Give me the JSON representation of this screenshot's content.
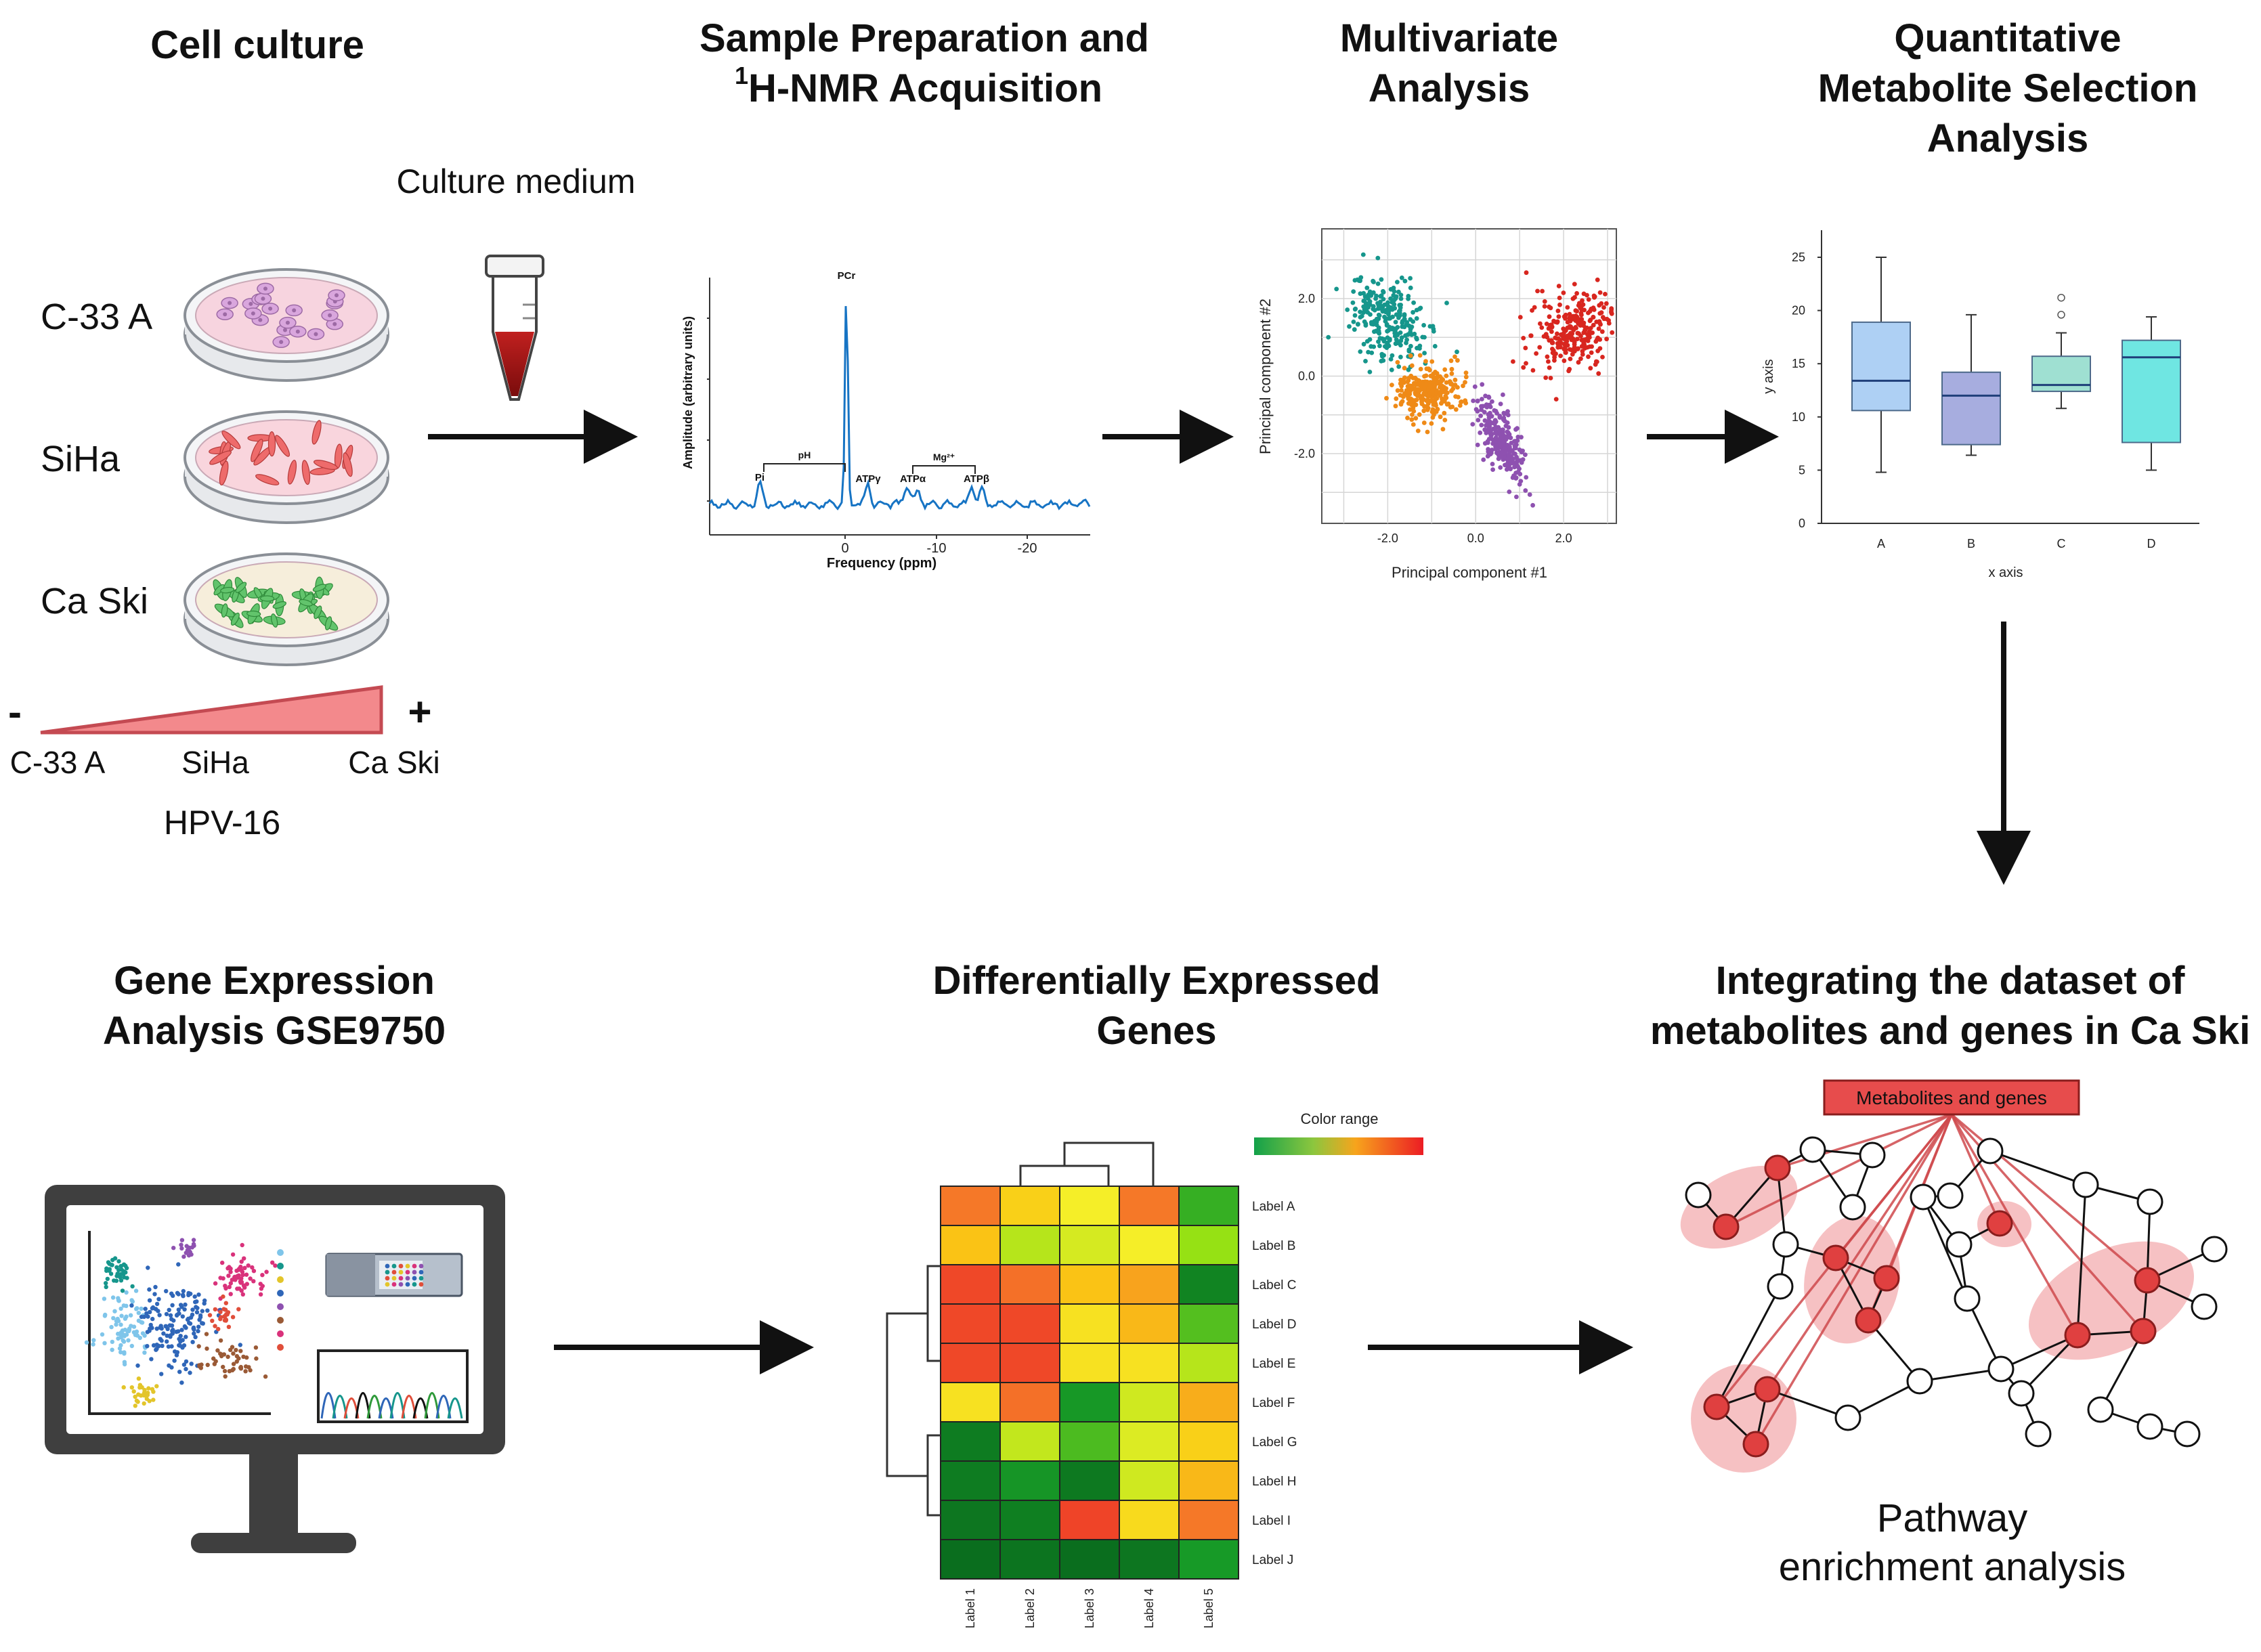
{
  "steps": {
    "cell_culture": {
      "title": "Cell culture"
    },
    "sample_prep": {
      "title_line1": "Sample Preparation and",
      "title_sup": "1",
      "title_line2": "H-NMR Acquisition"
    },
    "multivariate": {
      "title_line1": "Multivariate",
      "title_line2": "Analysis"
    },
    "quantitative": {
      "title_line1": "Quantitative",
      "title_line2": "Metabolite Selection",
      "title_line3": "Analysis"
    },
    "gene_expression": {
      "title_line1": "Gene Expression",
      "title_line2": "Analysis GSE9750"
    },
    "deg": {
      "title_line1": "Differentially Expressed",
      "title_line2": "Genes"
    },
    "integrating": {
      "title_line1": "Integrating the dataset of",
      "title_line2": "metabolites and genes in Ca Ski"
    }
  },
  "cell_culture": {
    "culture_medium": "Culture medium",
    "cell_lines": [
      "C-33 A",
      "SiHa",
      "Ca Ski"
    ],
    "gradient": {
      "minus": "-",
      "plus": "+",
      "labels": [
        "C-33 A",
        "SiHa",
        "Ca Ski"
      ],
      "caption": "HPV-16"
    }
  },
  "nmr": {
    "ylabel": "Amplitude (arbitrary units)",
    "xlabel": "Frequency (ppm)",
    "ticks": [
      "0",
      "-10",
      "-20"
    ],
    "peaks": {
      "pcr": "PCr",
      "pi": "Pi",
      "atp_g": "ATPγ",
      "atp_a": "ATPα",
      "atp_b": "ATPβ",
      "ph": "pH",
      "mg": "Mg²⁺"
    }
  },
  "chart_data": [
    {
      "type": "scatter",
      "xlabel": "Principal component #1",
      "ylabel": "Principal component #2",
      "xticks": [
        "-2.0",
        "0.0",
        "2.0"
      ],
      "yticks": [
        "2.0",
        "0.0",
        "-2.0"
      ],
      "xlim": [
        -3.5,
        3.2
      ],
      "ylim": [
        -3.8,
        3.8
      ],
      "series": [
        {
          "color": "#16968c",
          "center": [
            -2.0,
            1.4
          ]
        },
        {
          "color": "#ef8a17",
          "center": [
            -1.1,
            -0.4
          ]
        },
        {
          "color": "#d8261f",
          "center": [
            2.2,
            1.2
          ]
        },
        {
          "color": "#8e51b0",
          "center": [
            0.6,
            -1.7
          ]
        }
      ]
    },
    {
      "type": "box",
      "xlabel": "x axis",
      "ylabel": "y axis",
      "categories": [
        "A",
        "B",
        "C",
        "D"
      ],
      "yticks": [
        "0",
        "5",
        "10",
        "15",
        "20",
        "25"
      ],
      "ylim": [
        0,
        25
      ],
      "boxes": [
        {
          "min": 4.8,
          "q1": 10.6,
          "median": 13.4,
          "q3": 18.9,
          "max": 25.0,
          "outliers": [],
          "color": "#aed0f4"
        },
        {
          "min": 6.4,
          "q1": 7.4,
          "median": 12.0,
          "q3": 14.2,
          "max": 19.6,
          "outliers": [],
          "color": "#a7addf"
        },
        {
          "min": 10.8,
          "q1": 12.4,
          "median": 13.0,
          "q3": 15.7,
          "max": 17.9,
          "outliers": [
            19.6,
            21.2
          ],
          "color": "#9fe0d2"
        },
        {
          "min": 5.0,
          "q1": 7.6,
          "median": 15.6,
          "q3": 17.2,
          "max": 19.4,
          "outliers": [],
          "color": "#6fe6e2"
        }
      ]
    },
    {
      "type": "heatmap",
      "title": "Color range",
      "rows": [
        "Label A",
        "Label B",
        "Label C",
        "Label D",
        "Label E",
        "Label F",
        "Label G",
        "Label H",
        "Label I",
        "Label J"
      ],
      "cols": [
        "Label 1",
        "Label 2",
        "Label 3",
        "Label 4",
        "Label 5"
      ],
      "values": [
        [
          0.8,
          0.62,
          0.5,
          0.8,
          0.22
        ],
        [
          0.66,
          0.4,
          0.45,
          0.5,
          0.35
        ],
        [
          0.92,
          0.82,
          0.66,
          0.72,
          0.08
        ],
        [
          0.92,
          0.92,
          0.55,
          0.68,
          0.26
        ],
        [
          0.92,
          0.92,
          0.55,
          0.55,
          0.4
        ],
        [
          0.55,
          0.82,
          0.15,
          0.44,
          0.7
        ],
        [
          0.05,
          0.42,
          0.25,
          0.46,
          0.62
        ],
        [
          0.05,
          0.14,
          0.04,
          0.44,
          0.68
        ],
        [
          0.03,
          0.06,
          0.93,
          0.58,
          0.8
        ],
        [
          0.0,
          0.02,
          0.0,
          0.03,
          0.16
        ]
      ]
    }
  ],
  "integration": {
    "box_label": "Metabolites and genes",
    "caption_line1": "Pathway",
    "caption_line2": "enrichment analysis"
  }
}
